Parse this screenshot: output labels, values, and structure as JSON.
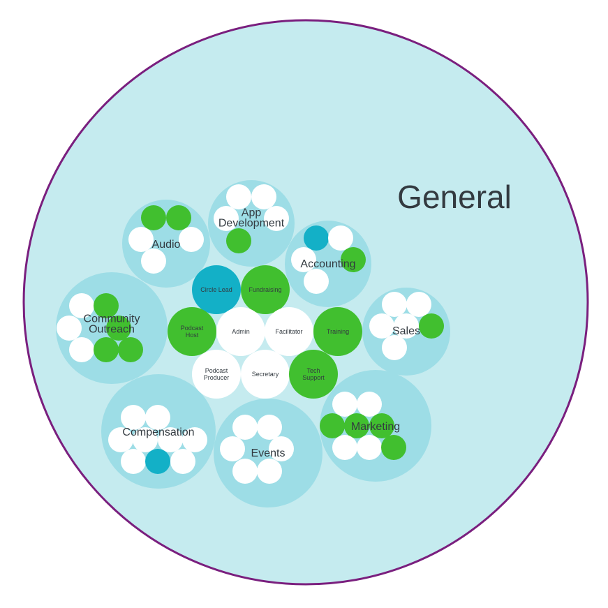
{
  "title": "General",
  "colors": {
    "outer_fill": "#c5ebef",
    "outer_stroke": "#7a1f7e",
    "sub_circle": "#9ddde6",
    "role_filled": "#41bf2f",
    "role_empty": "#ffffff",
    "role_lead": "#13b0c7",
    "text": "#333a40"
  },
  "general_roles": [
    {
      "label": "Circle Lead",
      "status": "lead"
    },
    {
      "label": "Fundraising",
      "status": "filled"
    },
    {
      "label": "Podcast Host",
      "lines": [
        "Podcast",
        "Host"
      ],
      "status": "filled"
    },
    {
      "label": "Admin",
      "status": "empty"
    },
    {
      "label": "Facilitator",
      "status": "empty"
    },
    {
      "label": "Training",
      "status": "filled"
    },
    {
      "label": "Podcast Producer",
      "lines": [
        "Podcast",
        "Producer"
      ],
      "status": "empty"
    },
    {
      "label": "Secretary",
      "status": "empty"
    },
    {
      "label": "Tech Support",
      "lines": [
        "Tech",
        "Support"
      ],
      "status": "filled"
    }
  ],
  "sub_circles": [
    {
      "name": "Audio",
      "lines": [
        "Audio"
      ],
      "roles": [
        "filled",
        "filled",
        "empty",
        "empty",
        "empty"
      ]
    },
    {
      "name": "App Development",
      "lines": [
        "App",
        "Development"
      ],
      "roles": [
        "empty",
        "empty",
        "empty",
        "empty",
        "filled"
      ]
    },
    {
      "name": "Accounting",
      "lines": [
        "Accounting"
      ],
      "roles": [
        "lead",
        "empty",
        "empty",
        "filled",
        "empty"
      ]
    },
    {
      "name": "Community Outreach",
      "lines": [
        "Community",
        "Outreach"
      ],
      "roles": [
        "empty",
        "filled",
        "empty",
        "filled",
        "empty",
        "filled",
        "filled"
      ]
    },
    {
      "name": "Sales",
      "lines": [
        "Sales"
      ],
      "roles": [
        "empty",
        "empty",
        "empty",
        "empty",
        "filled",
        "empty"
      ]
    },
    {
      "name": "Compensation",
      "lines": [
        "Compensation"
      ],
      "roles": [
        "empty",
        "empty",
        "empty",
        "empty",
        "empty",
        "empty",
        "empty",
        "lead",
        "empty"
      ]
    },
    {
      "name": "Events",
      "lines": [
        "Events"
      ],
      "roles": [
        "empty",
        "empty",
        "empty",
        "empty",
        "empty",
        "empty"
      ]
    },
    {
      "name": "Marketing",
      "lines": [
        "Marketing"
      ],
      "roles": [
        "empty",
        "empty",
        "filled",
        "filled",
        "filled",
        "empty",
        "empty",
        "filled"
      ]
    }
  ]
}
